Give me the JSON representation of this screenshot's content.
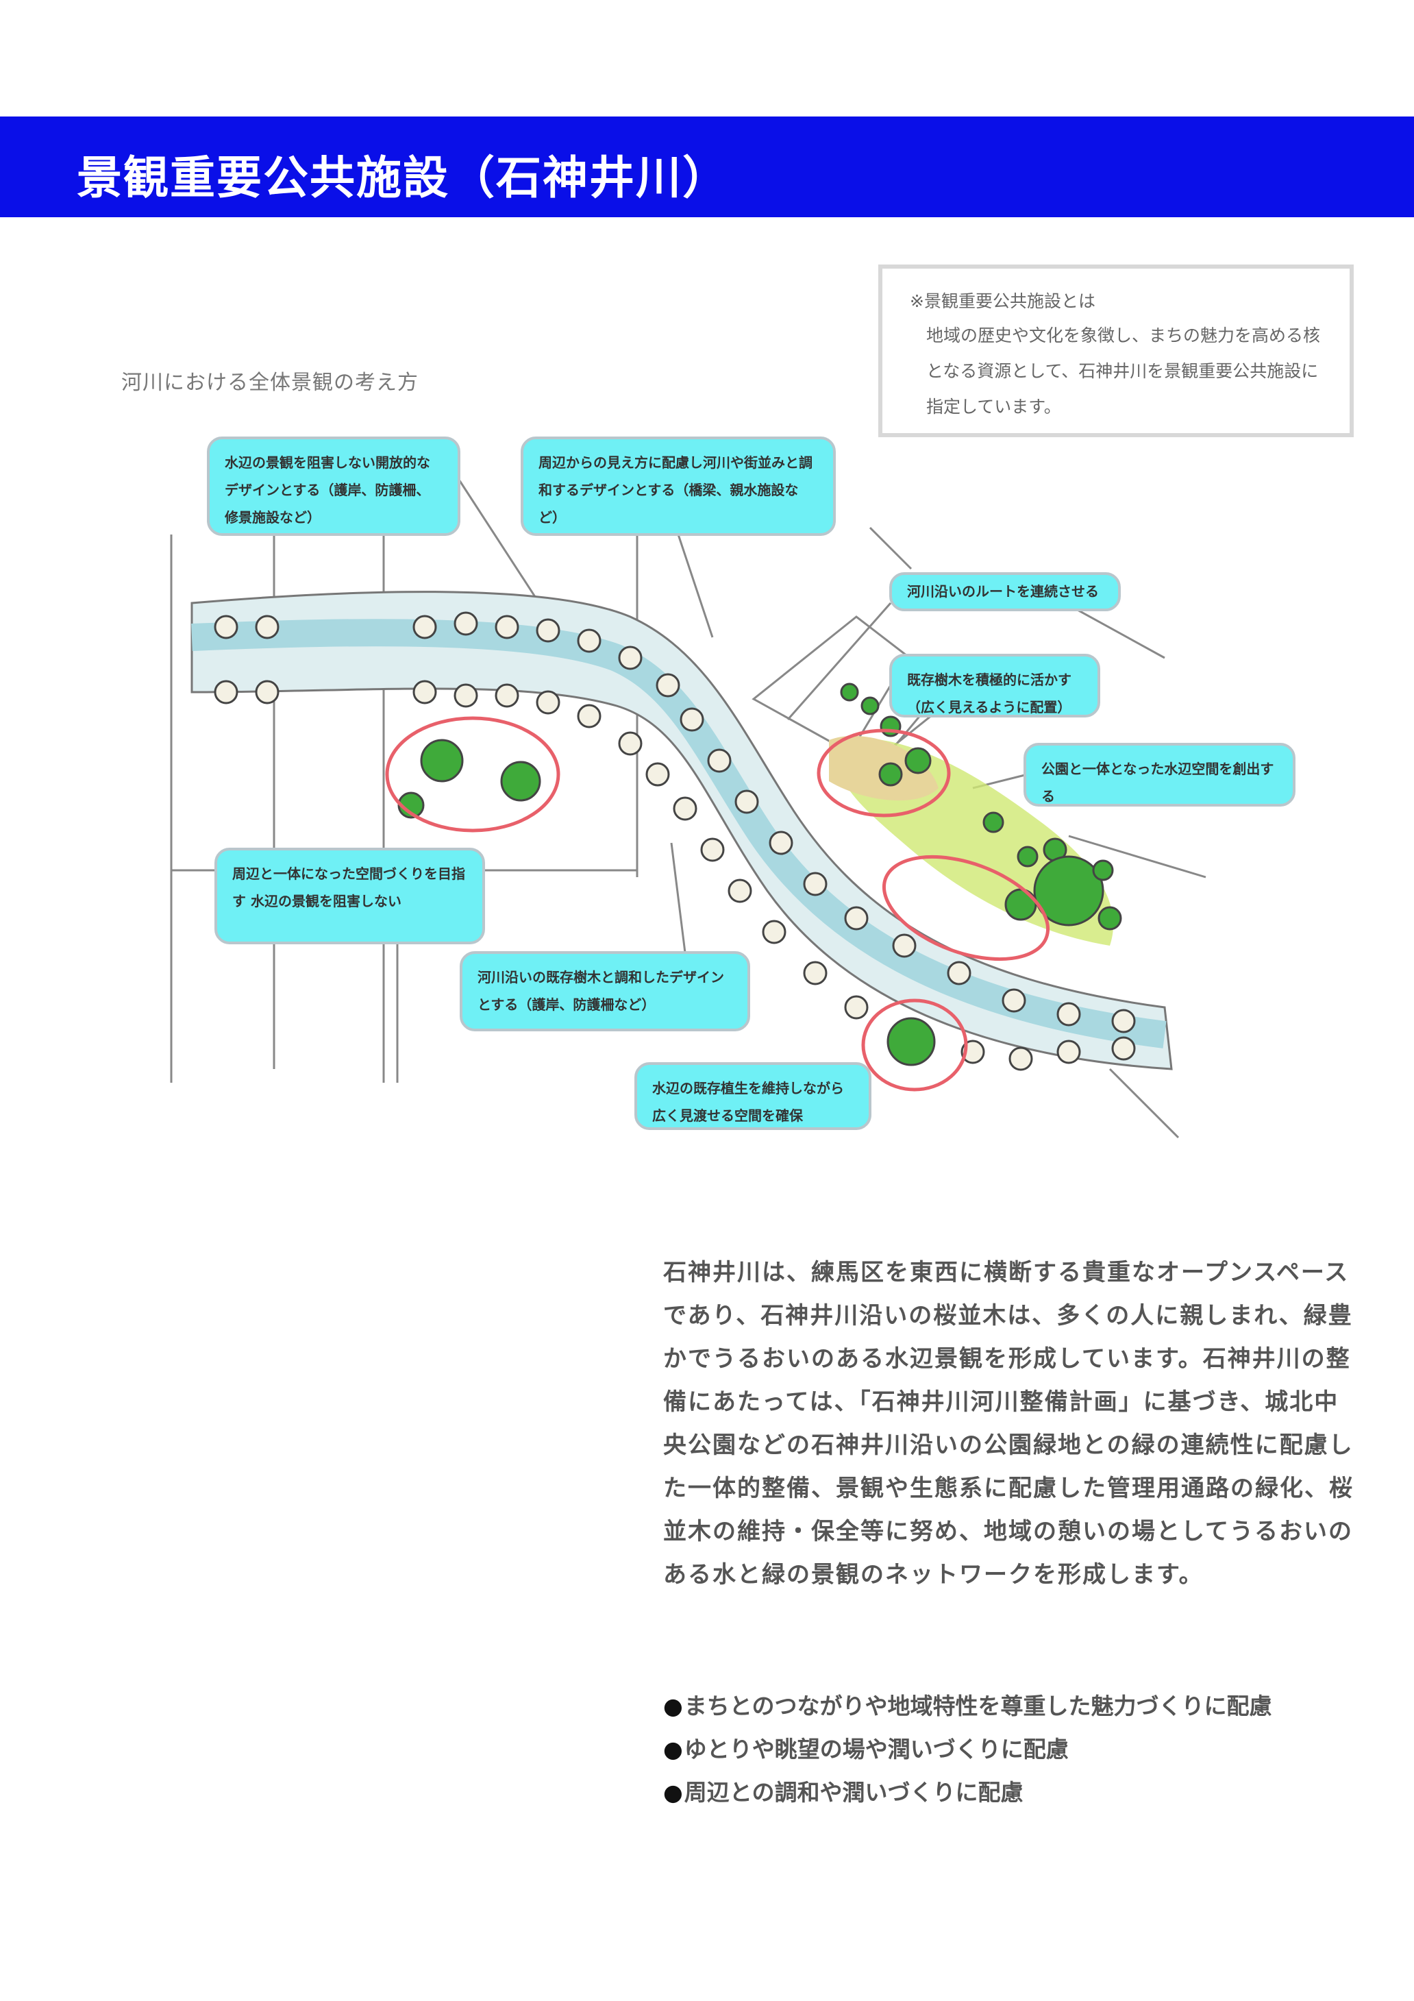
{
  "header": {
    "title": "景観重要公共施設（石神井川）"
  },
  "note": {
    "title": "※景観重要公共施設とは",
    "body": "地域の歴史や文化を象徴し、まちの魅力を高める核となる資源として、石神井川を景観重要公共施設に指定しています。"
  },
  "diagram": {
    "subtitle": "河川における全体景観の考え方",
    "callouts": [
      "水辺の景観を阻害しない開放的なデザインとする（護岸、防護柵、修景施設など）",
      "周辺からの見え方に配慮し河川や街並みと調和するデザインとする（橋梁、親水施設など）",
      "河川沿いのルートを連続させる",
      "既存樹木を積極的に活かす（広く見えるように配置）",
      "公園と一体となった水辺空間を創出する",
      "周辺と一体になった空間づくりを目指す 水辺の景観を阻害しない",
      "河川沿いの既存樹木と調和したデザインとする（護岸、防護柵など）",
      "水辺の既存植生を維持しながら広く見渡せる空間を確保"
    ],
    "colors": {
      "callout": "#6ff0f5",
      "river": "#dfeef0",
      "highlight": "#e8606a",
      "tree": "#3faa3a"
    }
  },
  "body": {
    "paragraph": "石神井川は、練馬区を東西に横断する貴重なオープンスペースであり、石神井川沿いの桜並木は、多くの人に親しまれ、緑豊かでうるおいのある水辺景観を形成しています。石神井川の整備にあたっては、「石神井川河川整備計画」に基づき、城北中央公園などの石神井川沿いの公園緑地との緑の連続性に配慮した一体的整備、景観や生態系に配慮した管理用通路の緑化、桜並木の維持・保全等に努め、地域の憩いの場としてうるおいのある水と緑の景観のネットワークを形成します。",
    "bullets": [
      "まちとのつながりや地域特性を尊重した魅力づくりに配慮",
      "ゆとりや眺望の場や潤いづくりに配慮",
      "周辺との調和や潤いづくりに配慮"
    ]
  }
}
